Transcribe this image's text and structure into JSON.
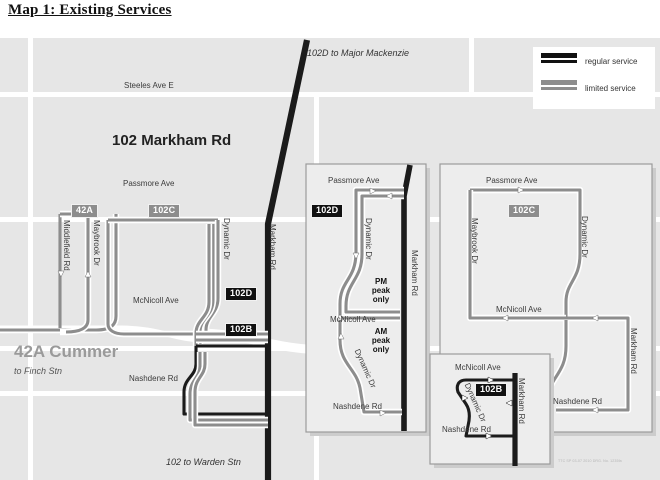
{
  "title": "Map 1: Existing Services",
  "legend": {
    "items": [
      {
        "label": "regular service",
        "color": "#111111",
        "name": "regular-service"
      },
      {
        "label": "limited service",
        "color": "#8d8d8d",
        "name": "limited-service"
      }
    ]
  },
  "fineprint": "TTC SP 03-07 2010 DRG. No. 1235fa",
  "main_map": {
    "corridor_label": "102 Markham Rd",
    "north_terminus": "102D to Major Mackenzie",
    "south_terminus": "102 to Warden Stn",
    "west_route_title": "42A Cummer",
    "west_route_sub": "to Finch Stn",
    "streets": {
      "steeles": "Steeles Ave E",
      "passmore": "Passmore Ave",
      "mcnicoll": "McNicoll Ave",
      "nashdene": "Nashdene Rd",
      "middlefield": "Middlefield Rd",
      "maybrook": "Maybrook Dr",
      "dynamic": "Dynamic Dr",
      "markham": "Markham Rd"
    },
    "badges": [
      {
        "label": "42A",
        "service": "limited"
      },
      {
        "label": "102C",
        "service": "limited"
      },
      {
        "label": "102D",
        "service": "regular"
      },
      {
        "label": "102B",
        "service": "regular"
      }
    ]
  },
  "inset_102d": {
    "badge": {
      "label": "102D",
      "service": "regular"
    },
    "streets": {
      "passmore": "Passmore Ave",
      "mcnicoll": "McNicoll Ave",
      "nashdene": "Nashdene Rd",
      "dynamic_north": "Dynamic Dr",
      "dynamic_south": "Dynamic Dr",
      "markham": "Markham Rd"
    },
    "notes": [
      {
        "text": "PM\npeak\nonly"
      },
      {
        "text": "AM\npeak\nonly"
      }
    ],
    "note_pm_l1": "PM",
    "note_pm_l2": "peak",
    "note_pm_l3": "only",
    "note_am_l1": "AM",
    "note_am_l2": "peak",
    "note_am_l3": "only"
  },
  "inset_102c": {
    "badge": {
      "label": "102C",
      "service": "limited"
    },
    "streets": {
      "passmore": "Passmore Ave",
      "mcnicoll": "McNicoll Ave",
      "nashdene": "Nashdene Rd",
      "maybrook": "Maybrook Dr",
      "dynamic": "Dynamic Dr",
      "markham": "Markham Rd"
    }
  },
  "inset_102b": {
    "badge": {
      "label": "102B",
      "service": "regular"
    },
    "streets": {
      "mcnicoll": "McNicoll Ave",
      "nashdene": "Nashdene Rd",
      "dynamic": "Dynamic Dr",
      "markham": "Markham Rd"
    }
  },
  "colors": {
    "regular": "#111111",
    "limited": "#8d8d8d",
    "block": "#e6e6e6",
    "inset_fill": "#ededed",
    "inset_border": "#9b9b9b"
  }
}
